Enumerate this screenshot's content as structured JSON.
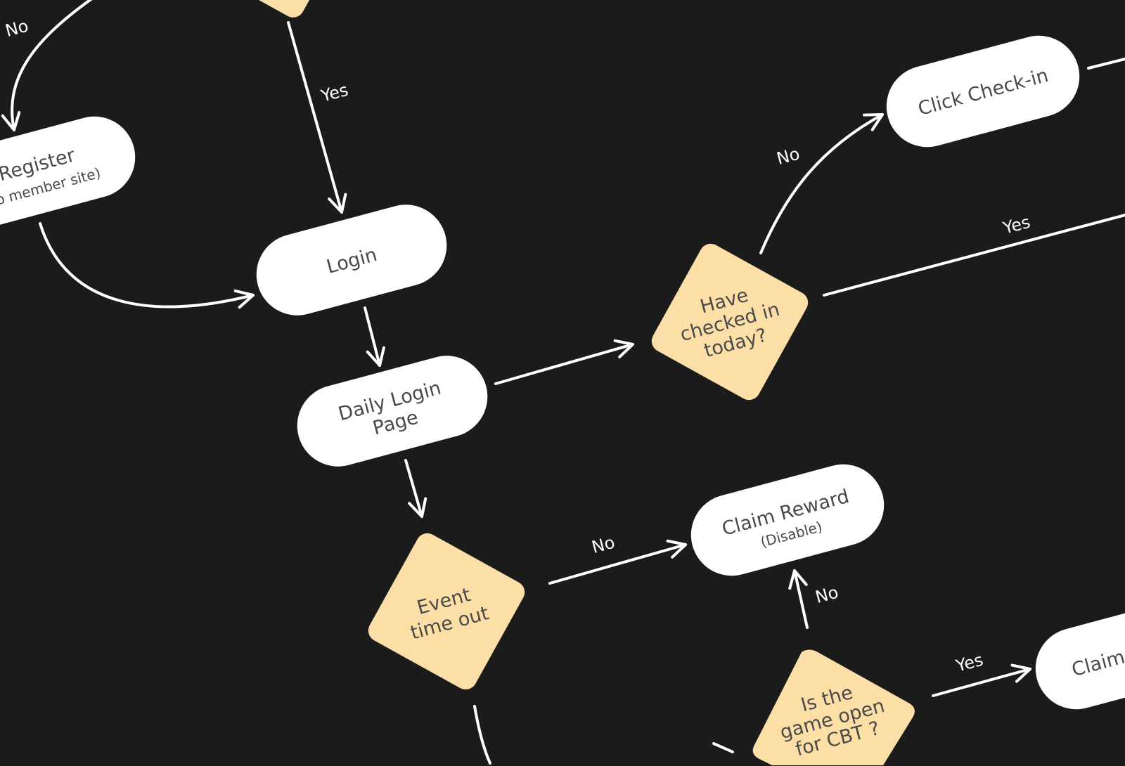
{
  "colors": {
    "background": "#1b1b1b",
    "process_node": "#ffffff",
    "decision_node": "#fbdfa6",
    "edge": "#ffffff",
    "node_text": "#4a4a4a"
  },
  "nodes": {
    "register": {
      "title": "Register",
      "subtitle": "(to member site)"
    },
    "login": {
      "title": "Login"
    },
    "daily_login": {
      "line1": "Daily Login",
      "line2": "Page"
    },
    "have_checked": {
      "line1": "Have",
      "line2": "checked in",
      "line3": "today?"
    },
    "click_checkin": {
      "title": "Click Check-in"
    },
    "event_timeout": {
      "line1": "Event",
      "line2": "time out"
    },
    "claim_disable": {
      "title": "Claim Reward",
      "subtitle": "(Disable)"
    },
    "game_open": {
      "line1": "Is the",
      "line2": "game open",
      "line3": "for CBT ?"
    },
    "claim_partial": {
      "title": "Claim"
    }
  },
  "edge_labels": {
    "top_no": "No",
    "top_yes": "Yes",
    "checked_no": "No",
    "checked_yes": "Yes",
    "timeout_no": "No",
    "game_no": "No",
    "game_yes": "Yes"
  }
}
